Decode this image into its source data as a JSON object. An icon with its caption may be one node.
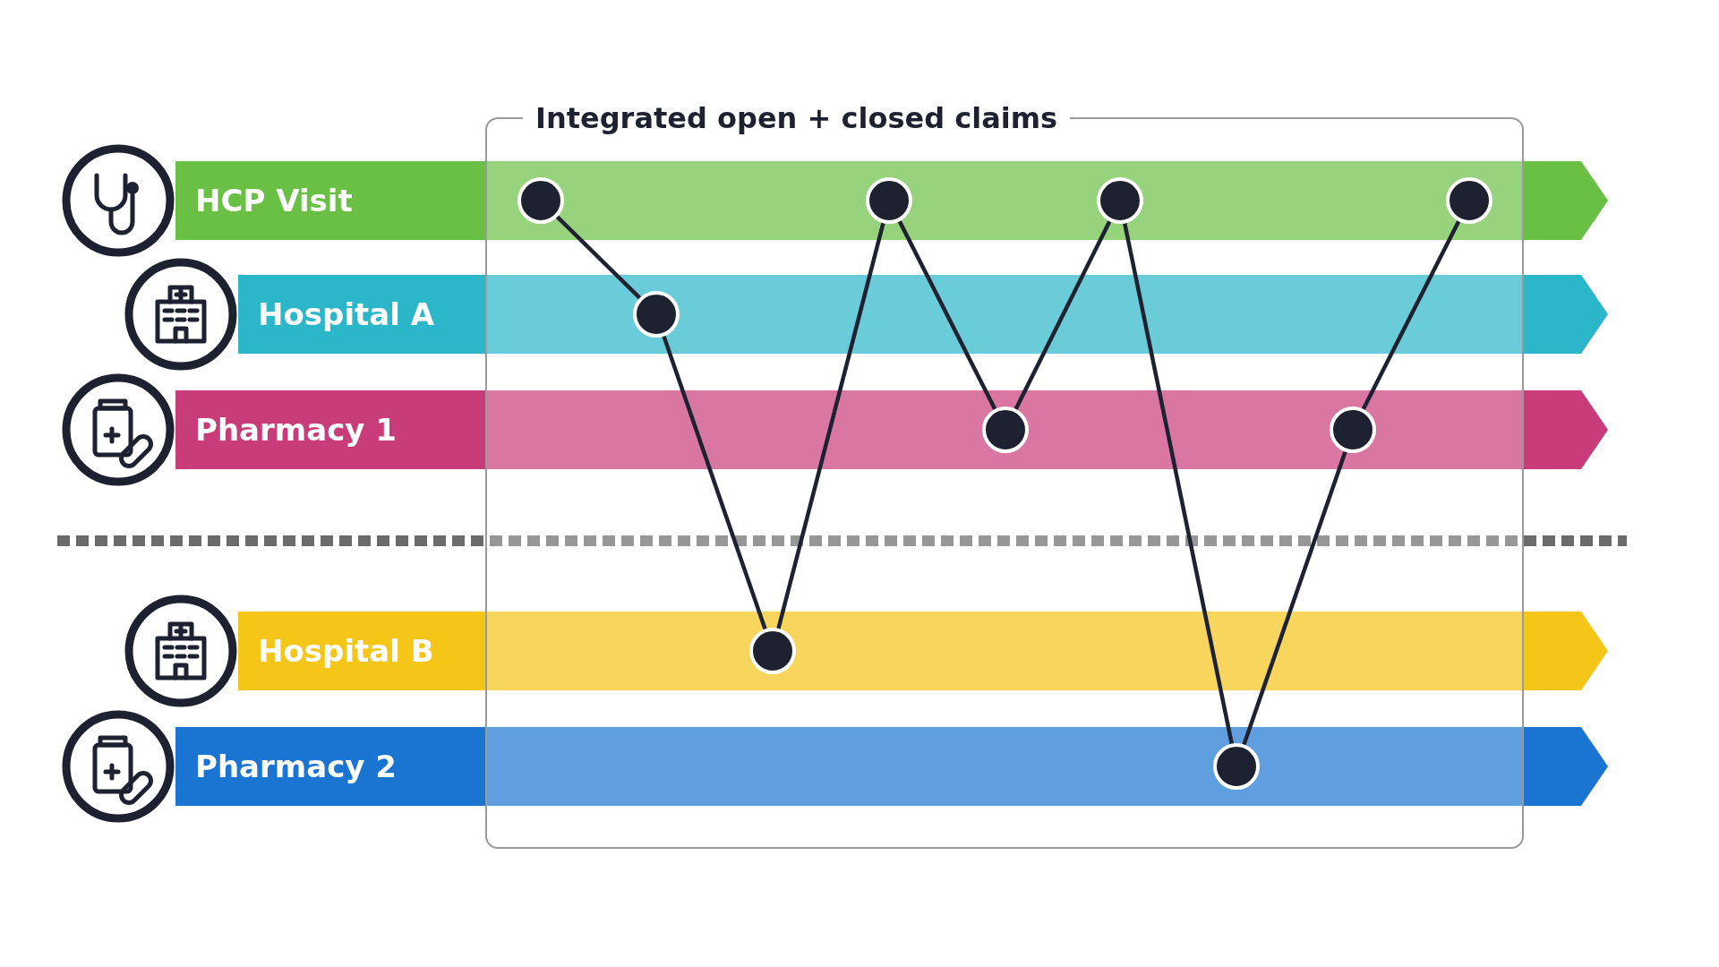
{
  "diagram": {
    "nodes": [
      {
        "text": [
          "Integrated open + closed claims"
        ]
      },
      {
        "text": [
          "HCP Visit"
        ]
      },
      {
        "text": [
          "Hospital A"
        ]
      },
      {
        "text": [
          "Pharmacy 1"
        ]
      },
      {
        "text": [
          "Hospital B"
        ]
      },
      {
        "text": [
          "Pharmacy 2"
        ]
      },
      {
        "text": [],
        "shape": "circle",
        "in": 0
      },
      {
        "text": [],
        "shape": "circle",
        "in": 0
      },
      {
        "text": [],
        "shape": "circle",
        "in": 0
      },
      {
        "text": [],
        "shape": "circle",
        "in": 0
      },
      {
        "text": [],
        "shape": "circle",
        "in": 0
      },
      {
        "text": [],
        "shape": "circle",
        "in": 0
      },
      {
        "text": [],
        "shape": "circle",
        "in": 0
      },
      {
        "text": [],
        "shape": "circle",
        "in": 0
      },
      {
        "text": [],
        "shape": "circle",
        "in": 0
      }
    ],
    "edges": [
      {
        "from": 6,
        "to": 7,
        "arrow": "none"
      },
      {
        "from": 7,
        "to": 8,
        "arrow": "none"
      },
      {
        "from": 8,
        "to": 9,
        "arrow": "none"
      },
      {
        "from": 9,
        "to": 10,
        "arrow": "none"
      },
      {
        "from": 10,
        "to": 11,
        "arrow": "none"
      },
      {
        "from": 11,
        "to": 12,
        "arrow": "none"
      },
      {
        "from": 12,
        "to": 13,
        "arrow": "none"
      },
      {
        "from": 13,
        "to": 14,
        "arrow": "none"
      }
    ]
  }
}
